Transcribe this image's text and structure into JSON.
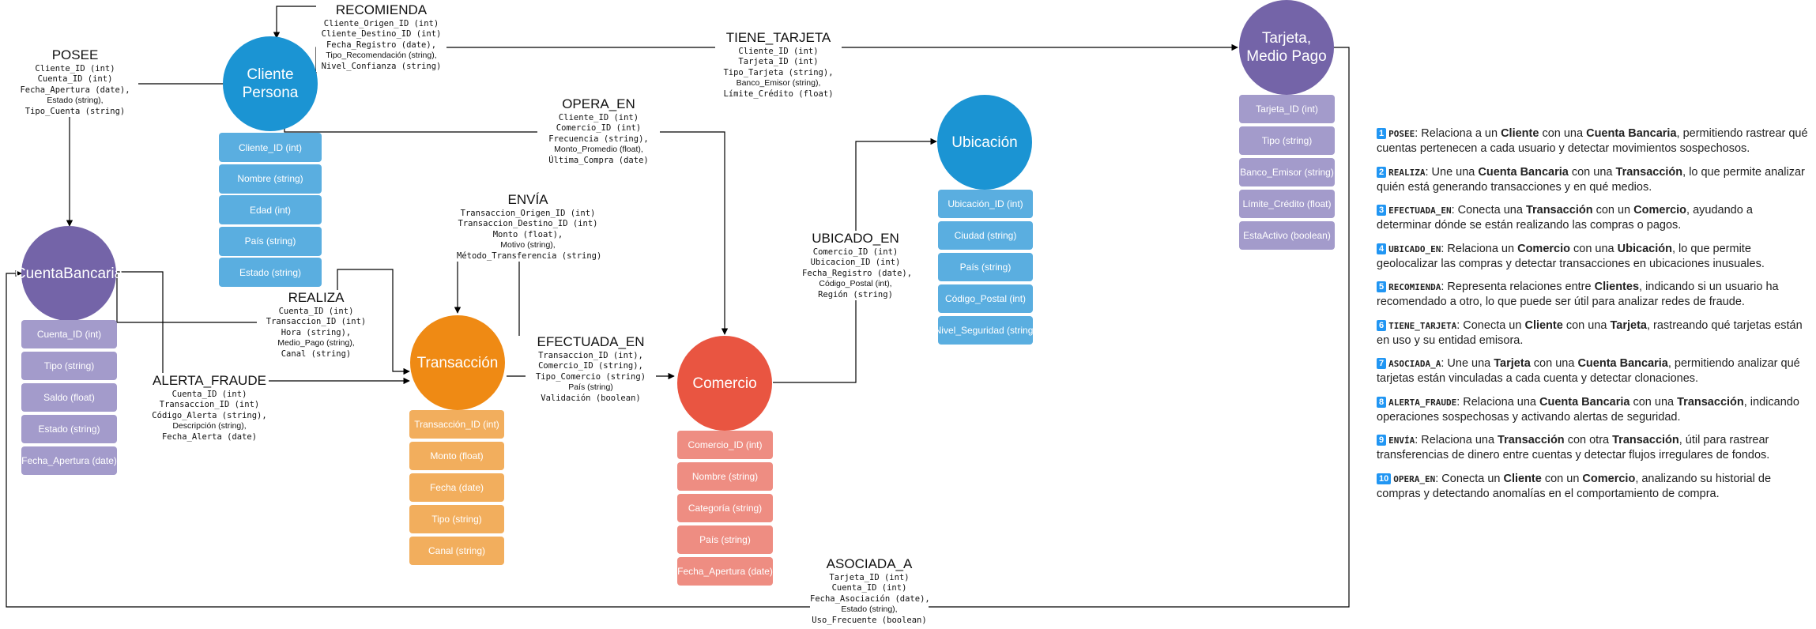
{
  "colors": {
    "cliente": "#1b94d3",
    "cliente_attr": "#5aaee0",
    "cuenta": "#7464a8",
    "cuenta_attr": "#a39bcb",
    "transaccion": "#ef8a14",
    "transaccion_attr": "#f2ae5d",
    "comercio": "#e95541",
    "comercio_attr": "#ee8d82",
    "ubicacion": "#1b94d3",
    "ubicacion_attr": "#5aaee0",
    "tarjeta": "#7464a8",
    "tarjeta_attr": "#a39bcb",
    "edge": "#000000",
    "legend_badge": "#2196f3"
  },
  "nodes": [
    {
      "id": "cliente",
      "title": "Cliente Persona",
      "attrs": [
        "Cliente_ID (int)",
        "Nombre (string)",
        "Edad (int)",
        "País (string)",
        "Estado (string)"
      ]
    },
    {
      "id": "cuenta",
      "title": "CuentaBancaria",
      "attrs": [
        "Cuenta_ID (int)",
        "Tipo (string)",
        "Saldo (float)",
        "Estado (string)",
        "Fecha_Apertura (date)"
      ]
    },
    {
      "id": "transaccion",
      "title": "Transacción",
      "attrs": [
        "Transacción_ID (int)",
        "Monto (float)",
        "Fecha (date)",
        "Tipo (string)",
        "Canal (string)"
      ]
    },
    {
      "id": "comercio",
      "title": "Comercio",
      "attrs": [
        "Comercio_ID (int)",
        "Nombre (string)",
        "Categoría (string)",
        "País (string)",
        "Fecha_Apertura (date)"
      ]
    },
    {
      "id": "ubicacion",
      "title": "Ubicación",
      "attrs": [
        "Ubicación_ID (int)",
        "Ciudad (string)",
        "País (string)",
        "Código_Postal (int)",
        "Nivel_Seguridad (string)"
      ]
    },
    {
      "id": "tarjeta",
      "title": "Tarjeta, Medio Pago",
      "attrs": [
        "Tarjeta_ID (int)",
        "Tipo (string)",
        "Banco_Emisor (string)",
        "Límite_Crédito (float)",
        "EstaActivo (boolean)"
      ]
    }
  ],
  "relations": [
    {
      "id": "posee",
      "name": "POSEE",
      "props": [
        "Cliente_ID (int)",
        "Cuenta_ID (int)",
        "Fecha_Apertura (date),",
        "Estado (string),",
        "Tipo_Cuenta (string)"
      ]
    },
    {
      "id": "recomienda",
      "name": "RECOMIENDA",
      "props": [
        "Cliente_Origen_ID (int)",
        "Cliente_Destino_ID (int)",
        "Fecha_Registro (date),",
        "Tipo_Recomendación (string),",
        "Nivel_Confianza (string)"
      ]
    },
    {
      "id": "tiene_tarjeta",
      "name": "TIENE_TARJETA",
      "props": [
        "Cliente_ID (int)",
        "Tarjeta_ID (int)",
        "Tipo_Tarjeta (string),",
        "Banco_Emisor (string),",
        "Límite_Crédito (float)"
      ]
    },
    {
      "id": "opera_en",
      "name": "OPERA_EN",
      "props": [
        "Cliente_ID (int)",
        "Comercio_ID (int)",
        "Frecuencia (string),",
        "Monto_Promedio (float),",
        "Última_Compra (date)"
      ]
    },
    {
      "id": "envia",
      "name": "ENVÍA",
      "props": [
        "Transaccion_Origen_ID (int)",
        "Transaccion_Destino_ID (int)",
        "Monto (float),",
        "Motivo (string),",
        "Método_Transferencia (string)"
      ]
    },
    {
      "id": "realiza",
      "name": "REALIZA",
      "props": [
        "Cuenta_ID (int)",
        "Transaccion_ID (int)",
        "Hora (string),",
        "Medio_Pago (string),",
        "Canal (string)"
      ]
    },
    {
      "id": "alerta_fraude",
      "name": "ALERTA_FRAUDE",
      "props": [
        "Cuenta_ID (int)",
        "Transaccion_ID (int)",
        "Código_Alerta (string),",
        "Descripción (string),",
        "Fecha_Alerta (date)"
      ]
    },
    {
      "id": "efectuada_en",
      "name": "EFECTUADA_EN",
      "props": [
        "Transaccion_ID (int),",
        "Comercio_ID (string),",
        "Tipo_Comercio (string)",
        "País (string)",
        "Validación (boolean)"
      ]
    },
    {
      "id": "ubicado_en",
      "name": "UBICADO_EN",
      "props": [
        "Comercio_ID (int)",
        "Ubicacion_ID (int)",
        "Fecha_Registro (date),",
        "Código_Postal (int),",
        "Región (string)"
      ]
    },
    {
      "id": "asociada_a",
      "name": "ASOCIADA_A",
      "props": [
        "Tarjeta_ID (int)",
        "Cuenta_ID (int)",
        "Fecha_Asociación (date),",
        "Estado (string),",
        "Uso_Frecuente (boolean)"
      ]
    }
  ],
  "legend": [
    {
      "num": "1",
      "code": "POSEE",
      "parts": [
        ": Relaciona a un ",
        {
          "b": "Cliente"
        },
        " con una ",
        {
          "b": "Cuenta Bancaria"
        },
        ", permitiendo rastrear qué cuentas pertenecen a cada usuario y detectar movimientos sospechosos."
      ]
    },
    {
      "num": "2",
      "code": "REALIZA",
      "parts": [
        ": Une una ",
        {
          "b": "Cuenta Bancaria"
        },
        " con una ",
        {
          "b": "Transacción"
        },
        ", lo que permite analizar quién está generando transacciones y en qué medios."
      ]
    },
    {
      "num": "3",
      "code": "EFECTUADA_EN",
      "parts": [
        ": Conecta una ",
        {
          "b": "Transacción"
        },
        " con un ",
        {
          "b": "Comercio"
        },
        ", ayudando a determinar dónde se están realizando las compras o pagos."
      ]
    },
    {
      "num": "4",
      "code": "UBICADO_EN",
      "parts": [
        ": Relaciona un ",
        {
          "b": "Comercio"
        },
        " con una ",
        {
          "b": "Ubicación"
        },
        ", lo que permite geolocalizar las compras y detectar transacciones en ubicaciones inusuales."
      ]
    },
    {
      "num": "5",
      "code": "RECOMIENDA",
      "parts": [
        ": Representa relaciones entre ",
        {
          "b": "Clientes"
        },
        ", indicando si un usuario ha recomendado a otro, lo que puede ser útil para analizar redes de fraude."
      ]
    },
    {
      "num": "6",
      "code": "TIENE_TARJETA",
      "parts": [
        ": Conecta un ",
        {
          "b": "Cliente"
        },
        " con una ",
        {
          "b": "Tarjeta"
        },
        ", rastreando qué tarjetas están en uso y su entidad emisora."
      ]
    },
    {
      "num": "7",
      "code": "ASOCIADA_A",
      "parts": [
        ": Une una ",
        {
          "b": "Tarjeta"
        },
        " con una ",
        {
          "b": "Cuenta Bancaria"
        },
        ", permitiendo analizar qué tarjetas están vinculadas a cada cuenta y detectar clonaciones."
      ]
    },
    {
      "num": "8",
      "code": "ALERTA_FRAUDE",
      "parts": [
        ": Relaciona una ",
        {
          "b": "Cuenta Bancaria"
        },
        " con una ",
        {
          "b": "Transacción"
        },
        ", indicando operaciones sospechosas y activando alertas de seguridad."
      ]
    },
    {
      "num": "9",
      "code": "ENVÍA",
      "parts": [
        ": Relaciona una ",
        {
          "b": "Transacción"
        },
        " con otra ",
        {
          "b": "Transacción"
        },
        ", útil para rastrear transferencias de dinero entre cuentas y detectar flujos irregulares de fondos."
      ]
    },
    {
      "num": "10",
      "code": "OPERA_EN",
      "parts": [
        ": Conecta un ",
        {
          "b": "Cliente"
        },
        " con un ",
        {
          "b": "Comercio"
        },
        ", analizando su historial de compras y detectando anomalías en el comportamiento de compra."
      ]
    }
  ]
}
